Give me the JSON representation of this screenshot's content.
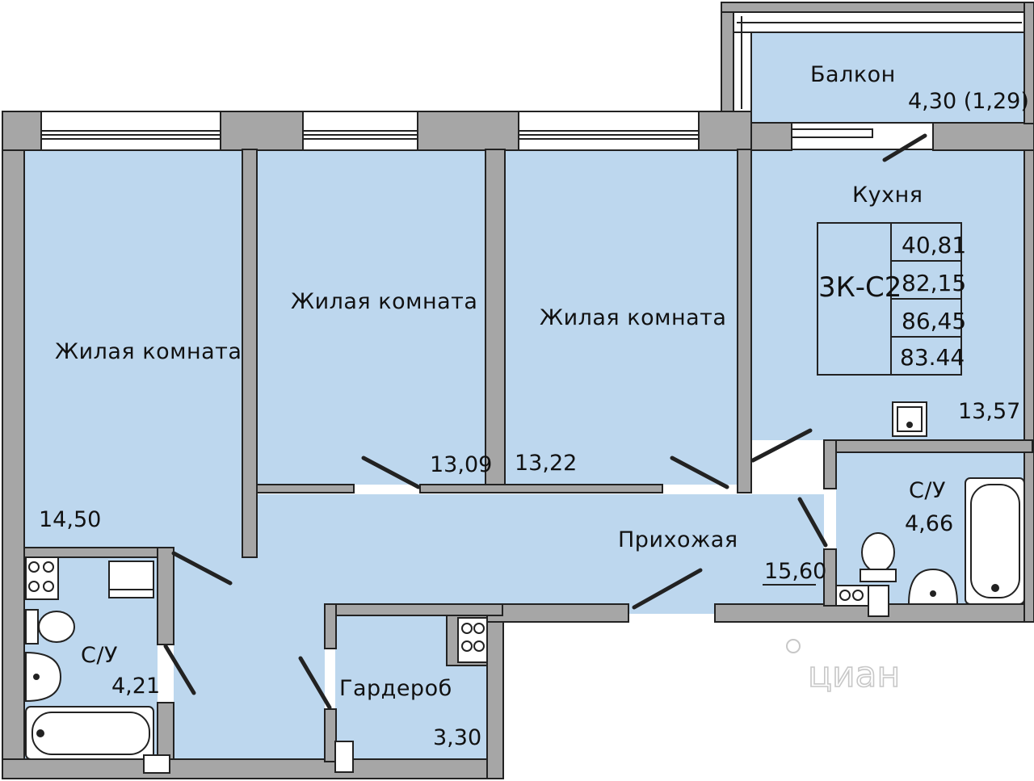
{
  "rooms": {
    "living_1": {
      "label": "Жилая комната",
      "area": "14,50"
    },
    "living_2": {
      "label": "Жилая комната",
      "area": "13,09"
    },
    "living_3": {
      "label": "Жилая комната",
      "area": "13,22"
    },
    "kitchen": {
      "label": "Кухня",
      "area": "13,57"
    },
    "balcony": {
      "label": "Балкон",
      "area": "4,30 (1,29)"
    },
    "bathroom_right": {
      "label": "С/У",
      "area": "4,66"
    },
    "bathroom_left": {
      "label": "С/У",
      "area": "4,21"
    },
    "hallway": {
      "label": "Прихожая",
      "area": "15,60"
    },
    "wardrobe": {
      "label": "Гардероб",
      "area": "3,30"
    }
  },
  "apartment_table": {
    "code": "3К-С2",
    "values": [
      "40,81",
      "82,15",
      "86,45",
      "83.44"
    ]
  },
  "watermark": {
    "text": "циан"
  },
  "colors": {
    "floor": "#bdd7ee",
    "wall": "#a6a6a6",
    "outline": "#222222",
    "balcony_floor": "#bdd7ee"
  }
}
